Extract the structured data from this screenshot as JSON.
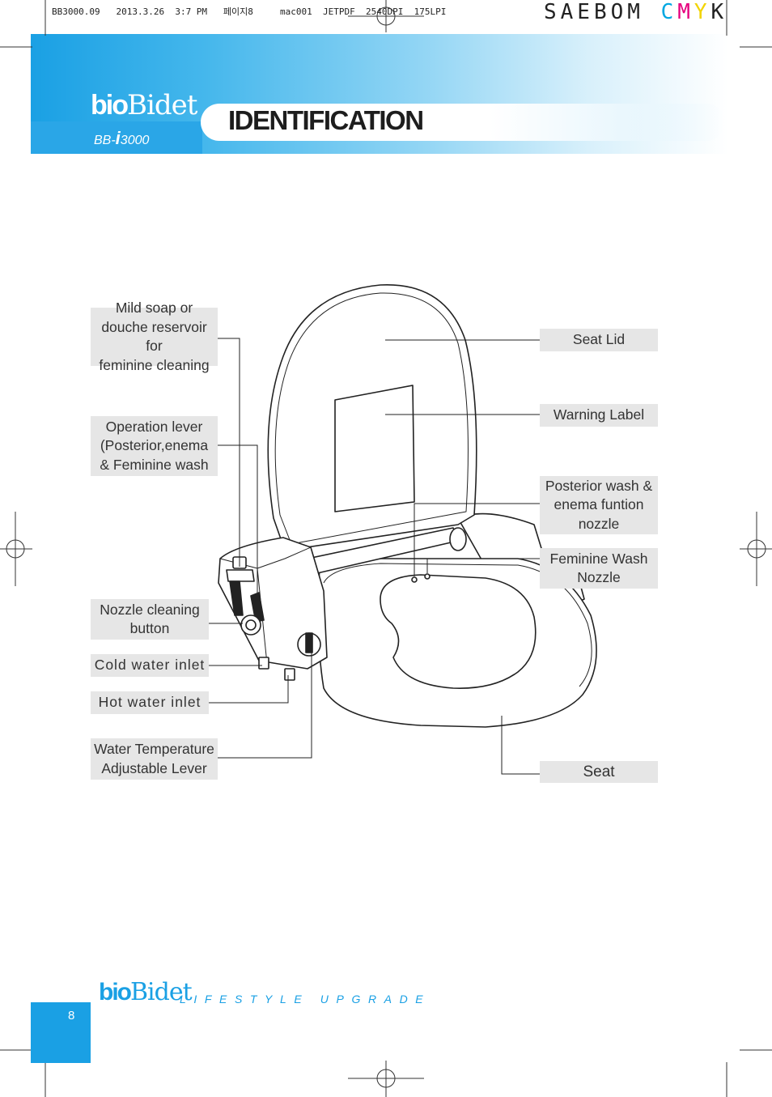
{
  "print_slug": {
    "job": "BB3000.09   2013.3.26  3:7 PM   페이지8     mac001  JETPDF  2540DPI  175LPI",
    "brand_prefix": "SAEBOM ",
    "c": "C",
    "m": "M",
    "y": "Y",
    "k": "K"
  },
  "header": {
    "logo_bio": "bio",
    "logo_bidet": "Bidet",
    "model_prefix": "BB-",
    "model_i": "i",
    "model_number": "3000",
    "title": "IDENTIFICATION"
  },
  "labels": {
    "reservoir": [
      "Mild soap or",
      "douche reservoir for",
      "feminine cleaning"
    ],
    "operation_lever": [
      "Operation lever",
      "(Posterior,enema",
      "& Feminine wash"
    ],
    "nozzle_cleaning": [
      "Nozzle cleaning",
      "button"
    ],
    "cold_inlet": "Cold water inlet",
    "hot_inlet": "Hot water inlet",
    "temp_lever": [
      "Water Temperature",
      "Adjustable Lever"
    ],
    "seat_lid": "Seat Lid",
    "warning_label": "Warning Label",
    "posterior_nozzle": [
      "Posterior wash &",
      "enema funtion",
      "nozzle"
    ],
    "feminine_nozzle": [
      "Feminine Wash",
      "Nozzle"
    ],
    "seat": "Seat"
  },
  "footer": {
    "logo_bio": "bio",
    "logo_bidet": "Bidet",
    "tagline": "LIFESTYLE UPGRADE",
    "page_number": "8"
  },
  "colors": {
    "brand_blue": "#1aa0e4",
    "label_bg": "#e6e6e6"
  }
}
